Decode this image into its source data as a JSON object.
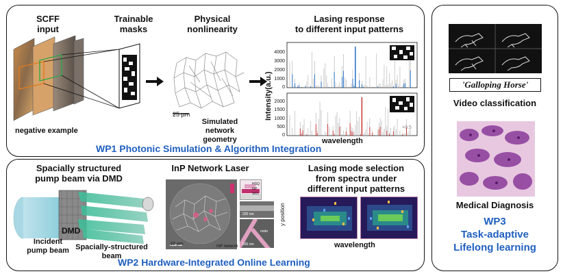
{
  "wp1": {
    "col_input": "SCFF\ninput",
    "col_masks": "Trainable\nmasks",
    "col_nonlin": "Physical\nnonlinearity",
    "col_lasing": "Lasing response\nto different input patterns",
    "negative_example": "negative example",
    "scale_bar": "25 µm",
    "simulated": "Simulated\nnetwork geometry",
    "ylabel": "Intensity(a.u.)",
    "yticks_top": [
      "4000",
      "3000",
      "2000",
      "1000",
      "0"
    ],
    "yticks_bottom": [
      "2000",
      "1500",
      "1000",
      "500",
      "0"
    ],
    "xlabel": "wavelength",
    "annot": "×0.5",
    "title": "WP1 Photonic Simulation & Algorithm Integration"
  },
  "wp2": {
    "col_pump": "Spacially structured\npump beam via DMD",
    "col_inp": "InP Network Laser",
    "col_mode": "Lasing mode selection\nfrom spectra under\ndifferent input patterns",
    "dmd": "DMD",
    "incident": "Incident\npump beam",
    "structured": "Spacially-structured\nbeam",
    "scale_10um": "10 µm",
    "inp_network": "InP network",
    "layer_hsq": "HSQ",
    "layer_inp": "InP",
    "layer_sio2": "SiO₂",
    "scale_200nm": "200 nm",
    "scale_500nm": "500 nm",
    "node": "node",
    "ylabel": "y position",
    "xlabel": "wavelength",
    "title": "WP2 Hardware-Integrated Online Learning"
  },
  "wp3": {
    "horse_caption": "'Galloping Horse'",
    "video": "Video classification",
    "medical": "Medical Diagnosis",
    "title": "WP3\nTask-adaptive\nLifelong learning"
  },
  "colors": {
    "accent": "#1f5fbf",
    "spectrum_top": "#1565c0",
    "spectrum_bottom": "#c62828"
  }
}
